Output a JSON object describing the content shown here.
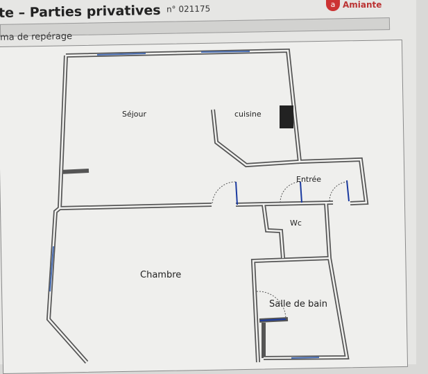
{
  "header": {
    "title": "te – Parties privatives",
    "number": "n° 021175",
    "logo_letter": "a",
    "logo_text": "Amiante"
  },
  "section": {
    "subtitle": "ma de repérage"
  },
  "plan": {
    "rooms": {
      "sejour": "Séjour",
      "cuisine": "cuisine",
      "entree": "Entrée",
      "wc": "Wc",
      "chambre": "Chambre",
      "salle_de_bain": "Salle de bain"
    },
    "colors": {
      "wall": "#555555",
      "window": "#4a6fb5",
      "door": "#1a3aa0"
    }
  }
}
